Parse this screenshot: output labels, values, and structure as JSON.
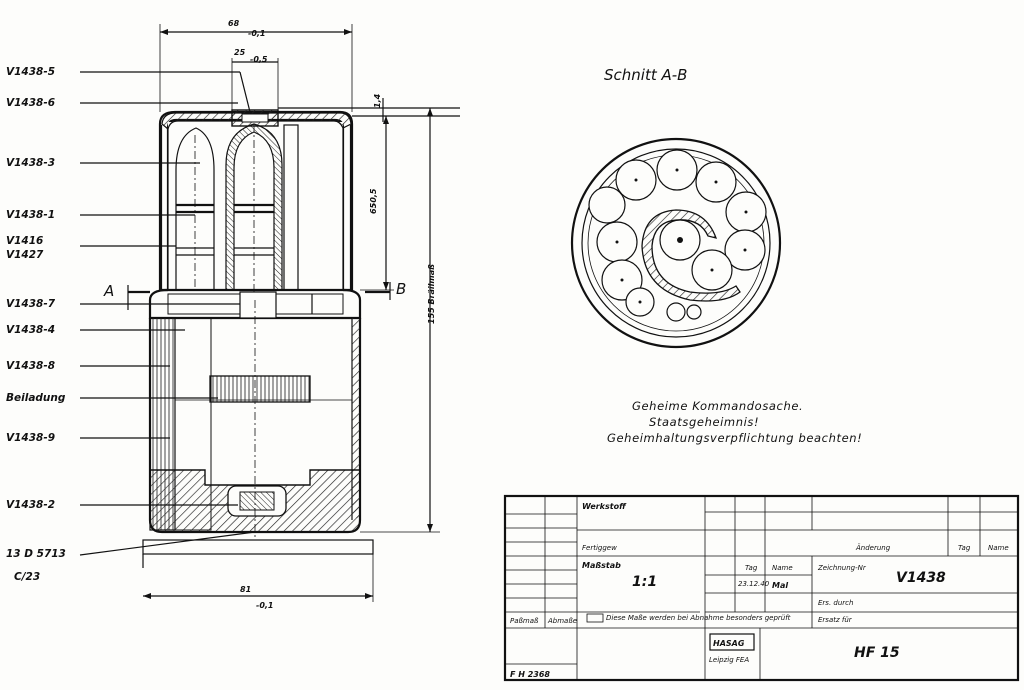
{
  "labels": {
    "v1438_5": "V1438-5",
    "v1438_6": "V1438-6",
    "v1438_3": "V1438-3",
    "v1438_1": "V1438-1",
    "v1416": "V1416",
    "v1427": "V1427",
    "v1438_7": "V1438-7",
    "v1438_4": "V1438-4",
    "v1438_8": "V1438-8",
    "beiladung": "Beiladung",
    "v1438_9": "V1438-9",
    "v1438_2": "V1438-2",
    "ref_13d": "13 D 5713",
    "ref_c23": "C/23"
  },
  "dimensions": {
    "top_width": "68",
    "top_tol": "-0,1",
    "inner_width": "25",
    "inner_tol": "-0,5",
    "small": "1,4",
    "height_65": "65",
    "height_65_tol": "-0,5",
    "total_height": "155 Bräilmaß",
    "bottom_width": "81",
    "bottom_tol": "-0,1"
  },
  "section": {
    "mark_a": "A",
    "mark_b": "B",
    "title": "Schnitt A-B"
  },
  "notes": {
    "line1": "Geheime Kommandosache.",
    "line2": "Staatsgeheimnis!",
    "line3": "Geheimhaltungsverpflichtung beachten!"
  },
  "titleblock": {
    "werkstoff": "Werkstoff",
    "fertiggew": "Fertiggew",
    "massstab_label": "Maßstab",
    "massstab_value": "1:1",
    "tag": "Tag",
    "name": "Name",
    "date": "23.12.40",
    "signature": "Mal",
    "zeichnung_label": "Zeichnung-Nr",
    "zeichnung_value": "V1438",
    "aenderung": "Änderung",
    "ers_durch": "Ers. durch",
    "ersatz_fuer": "Ersatz für",
    "passmass": "Paßmaß",
    "abmasse": "Abmaße",
    "note_small": "Diese Maße werden bei Abnahme besonders geprüft",
    "company": "HASAG",
    "company_sub": "Leipzig FEA",
    "product": "HF 15",
    "drawing_no": "F H 2368",
    "col_tag": "Tag",
    "col_name": "Name"
  }
}
